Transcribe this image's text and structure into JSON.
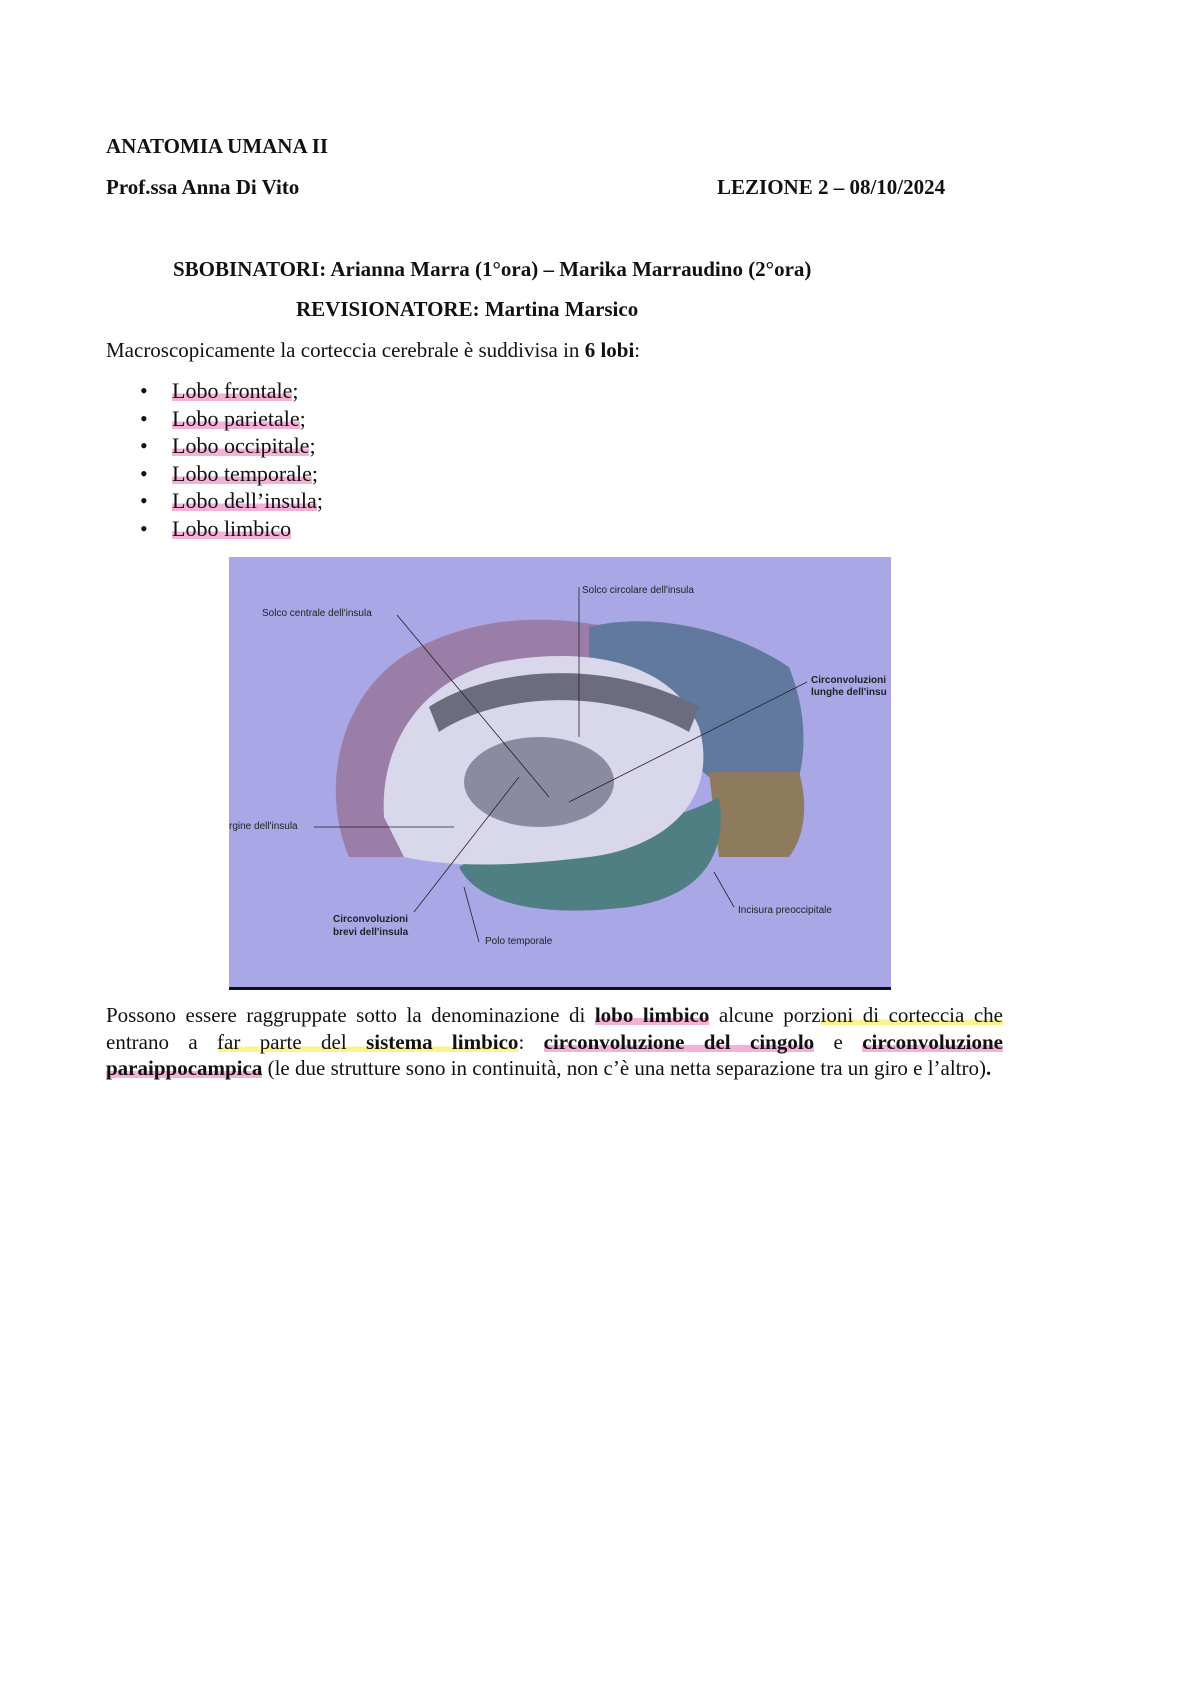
{
  "header": {
    "course": "ANATOMIA UMANA II",
    "professor": "Prof.ssa Anna Di Vito",
    "lesson": "LEZIONE 2 – 08/10/2024",
    "transcribers": "SBOBINATORI: Arianna Marra (1°ora) – Marika Marraudino (2°ora)",
    "reviewer": "REVISIONATORE: Martina Marsico"
  },
  "intro": {
    "text": "Macroscopicamente la corteccia cerebrale è suddivisa in ",
    "bold": "6 lobi",
    "end": ":"
  },
  "lobes": [
    "Lobo frontale",
    "Lobo parietale",
    "Lobo occipitale",
    "Lobo temporale",
    "Lobo dell’insula",
    "Lobo limbico"
  ],
  "lobe_suffixes": [
    ";",
    ";",
    ";",
    ";",
    ";",
    ""
  ],
  "figure": {
    "labels": {
      "solco_circolare": "Solco circolare dell'insula",
      "solco_centrale": "Solco centrale dell'insula",
      "circ_lunghe_1": "Circonvoluzioni",
      "circ_lunghe_2": "lunghe dell'insu",
      "margine": "rgine dell'insula",
      "circ_brevi_1": "Circonvoluzioni",
      "circ_brevi_2": "brevi dell'insula",
      "polo": "Polo temporale",
      "incisura": "Incisura preoccipitale"
    }
  },
  "paragraph": {
    "s1": "Possono essere raggruppate sotto la denominazione di ",
    "s2": "lobo limbico",
    "s3": " alcune porz",
    "s4": "ioni di corteccia che",
    "s5": " entrano a ",
    "s6": "far parte del ",
    "s7": "sistema limbico",
    "s8": ": ",
    "s9": "circonvoluzione del cingolo",
    "s10": " e ",
    "s11": "circonvoluzione paraippocampica",
    "s12": " (le due strutture sono in continuità, non c’è una netta separazione tra un giro e l’altro)",
    "s13": "."
  }
}
